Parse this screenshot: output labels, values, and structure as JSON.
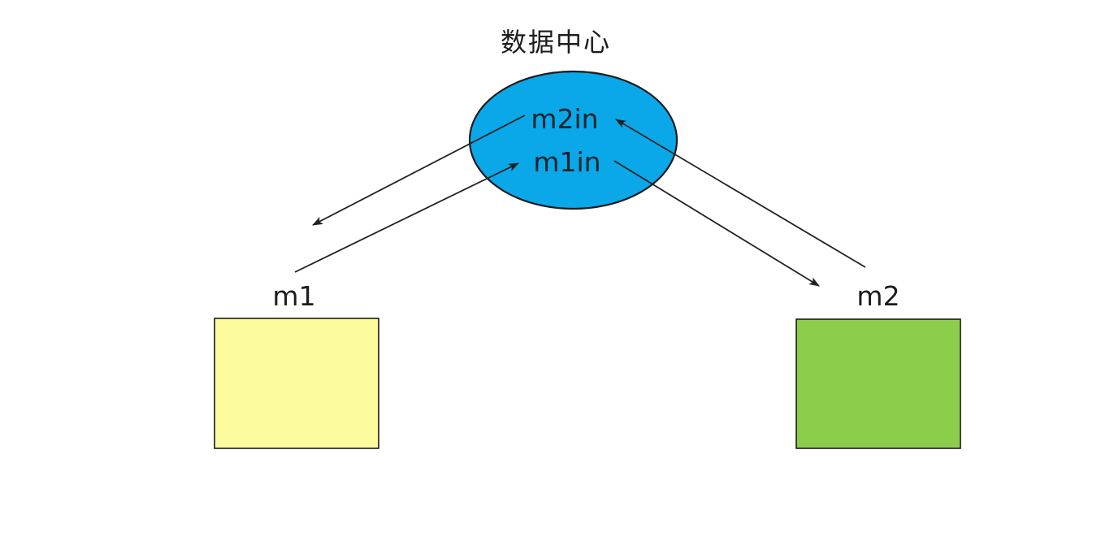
{
  "diagram": {
    "title": "数据中心",
    "data_center": {
      "name": "data-center",
      "fill": "#0AA8E8",
      "inputs": [
        {
          "label": "m2in"
        },
        {
          "label": "m1in"
        }
      ]
    },
    "nodes": [
      {
        "id": "m1",
        "label": "m1",
        "fill": "#FCFC9E"
      },
      {
        "id": "m2",
        "label": "m2",
        "fill": "#8DCD4C"
      }
    ],
    "edges": [
      {
        "from": "m2in",
        "to": "m1",
        "arrow": "into-m1-side"
      },
      {
        "from": "m1",
        "to": "m1in",
        "arrow": "into-ellipse"
      },
      {
        "from": "m2",
        "to": "m2in",
        "arrow": "into-ellipse"
      },
      {
        "from": "m1in",
        "to": "m2",
        "arrow": "into-m2-side"
      }
    ],
    "stroke_color": "#1a1a1a",
    "background": "#ffffff"
  }
}
